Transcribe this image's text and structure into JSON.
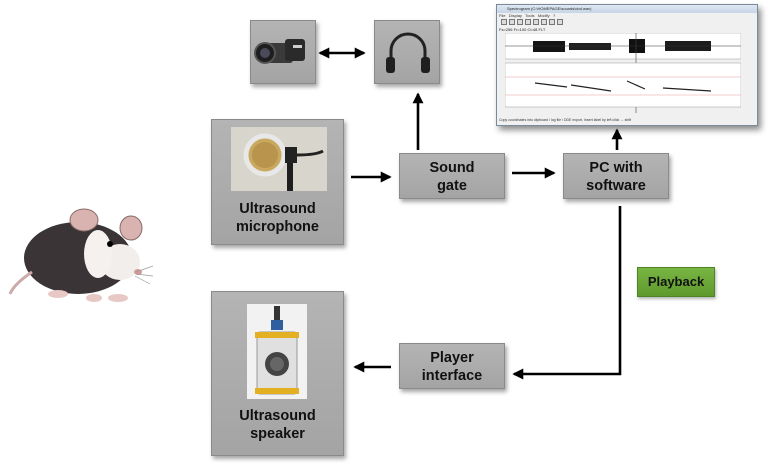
{
  "diagram": {
    "nodes": {
      "microphone": {
        "lines": [
          "Ultrasound",
          "microphone"
        ]
      },
      "sound_gate": {
        "lines": [
          "Sound",
          "gate"
        ]
      },
      "pc": {
        "lines": [
          "PC with",
          "software"
        ]
      },
      "player": {
        "lines": [
          "Player",
          "interface"
        ]
      },
      "speaker": {
        "lines": [
          "Ultrasound",
          "speaker"
        ]
      }
    },
    "playback_label": "Playback"
  },
  "software_window": {
    "title": "Spectrogram (C:\\HOMEPAGE\\sounds\\cbd.wav)",
    "menu": [
      "File",
      "Display",
      "Tools",
      "Modify",
      "?"
    ],
    "status_line": "Fs=256 Fr=100 O=48 FLT",
    "bottom_status": "Copy coordinates into clipboard / log file / DDE export. Insert label by left click → shift"
  },
  "colors": {
    "box_fill": "#ababab",
    "playback_fill": "#6aa637",
    "arrow": "#000000"
  }
}
